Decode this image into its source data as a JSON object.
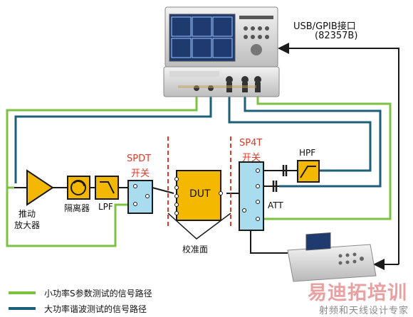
{
  "labels": {
    "usb_gpib_line1": "USB/GPIB接口",
    "usb_gpib_line2": "(82357B)",
    "driver_amp_line1": "推动",
    "driver_amp_line2": "放大器",
    "isolator": "隔离器",
    "lpf": "LPF",
    "spdt_line1": "SPDT",
    "spdt_line2": "开关",
    "dut": "DUT",
    "sp4t_line1": "SP4T",
    "sp4t_line2": "开关",
    "hpf": "HPF",
    "att": "ATT",
    "calibration_plane": "校准面"
  },
  "legend": [
    {
      "text": "小功率S参数测试的信号路径",
      "color": "#7cc242"
    },
    {
      "text": "大功率谐波测试的信号路径",
      "color": "#1d5f7a"
    }
  ],
  "watermark": {
    "line1": "易迪拓培训",
    "line2": "射频和天线设计专家"
  },
  "colors": {
    "green_path": "#7cc242",
    "blue_path": "#1d5f7a",
    "black_path": "#1a1a1a",
    "switch_fill": "#a9dcef",
    "dut_fill": "#f5b800",
    "amp_fill": "#f5b800",
    "filter_fill": "#f5b800",
    "cal_dash": "#e03a2a"
  }
}
